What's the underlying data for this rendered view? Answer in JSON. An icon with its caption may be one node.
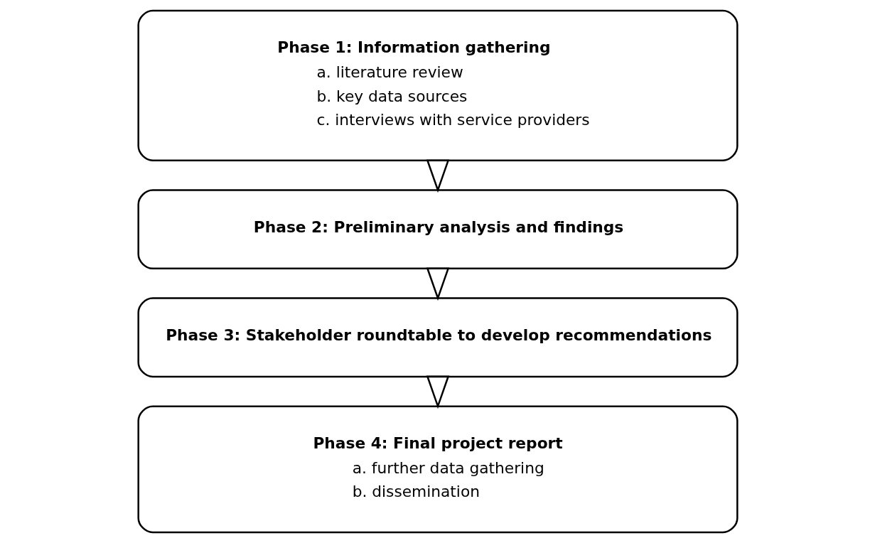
{
  "diagram": {
    "nodes": [
      {
        "text": [
          "Phase 1: Information gathering",
          "a. literature review",
          "b. key data sources",
          "c. interviews with service providers"
        ]
      },
      {
        "text": [
          "Phase 2: Preliminary analysis and findings"
        ]
      },
      {
        "text": [
          "Phase 3: Stakeholder roundtable to develop recommendations"
        ]
      },
      {
        "text": [
          "Phase 4: Final project report",
          "a. further data gathering",
          "b. dissemination"
        ]
      }
    ],
    "edges": [
      {
        "from": 0,
        "to": 1,
        "arrow": "to"
      },
      {
        "from": 1,
        "to": 2,
        "arrow": "to"
      },
      {
        "from": 2,
        "to": 3,
        "arrow": "to"
      }
    ]
  }
}
